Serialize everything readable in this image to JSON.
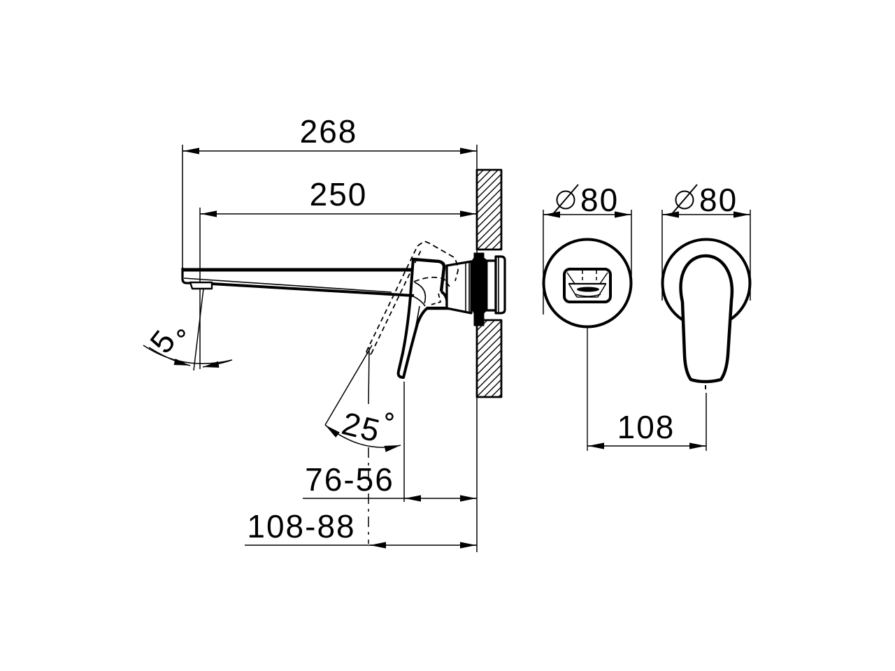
{
  "drawing": {
    "kind": "technical-dimension-drawing",
    "product": "wall-mounted single-lever basin mixer",
    "background_color": "#ffffff",
    "line_color": "#000000"
  },
  "side_view": {
    "dim_overall_projection": "268",
    "dim_spout_projection": "250",
    "dim_spout_angle": "5",
    "dim_handle_swing_angle": "25",
    "dim_outlet_to_wall_range": "76-56",
    "dim_tip_to_wall_range": "108-88"
  },
  "front_view": {
    "dim_spout_plate_diameter": "80",
    "dim_handle_plate_diameter": "80",
    "dim_plate_centers_distance": "108"
  },
  "icons": {
    "diameter_symbol": "circle-with-slash",
    "degree_symbol": "small-circle"
  }
}
